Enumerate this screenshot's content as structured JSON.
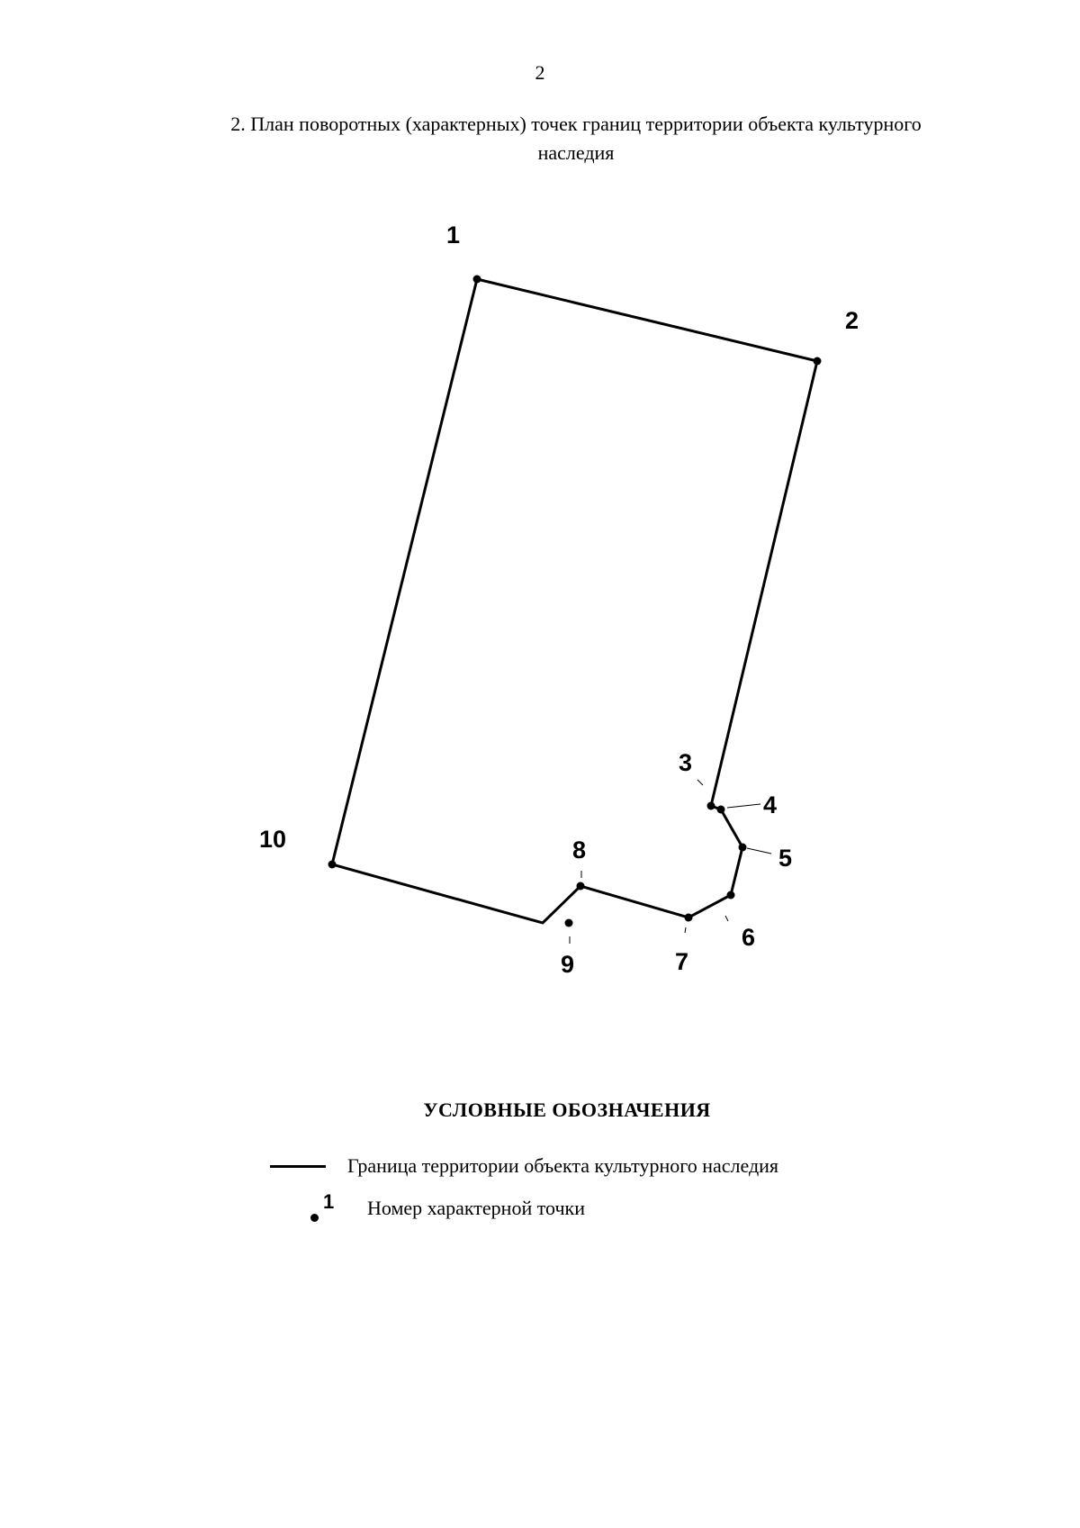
{
  "page_number": "2",
  "heading": {
    "line1": "2. План поворотных (характерных) точек границ территории объекта культурного",
    "line2": "наследия"
  },
  "plan": {
    "point_labels": [
      "1",
      "2",
      "3",
      "4",
      "5",
      "6",
      "7",
      "8",
      "9",
      "10"
    ]
  },
  "legend": {
    "title": "УСЛОВНЫЕ ОБОЗНАЧЕНИЯ",
    "items": [
      {
        "symbol": "line",
        "text": "Граница территории объекта культурного наследия"
      },
      {
        "symbol": "point",
        "number": "1",
        "text": "Номер характерной точки"
      }
    ]
  }
}
